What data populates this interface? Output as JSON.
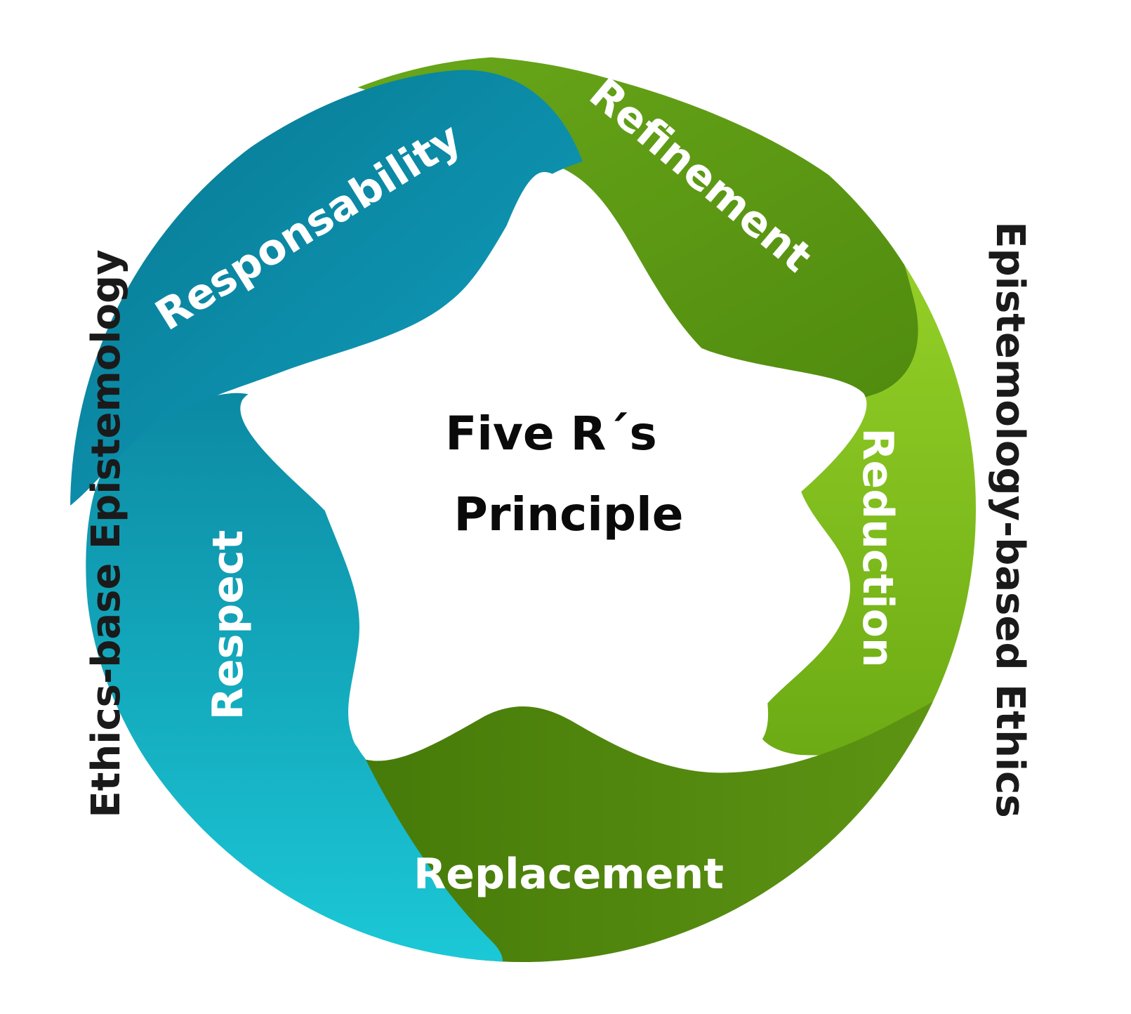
{
  "center": {
    "line1": "Five R´s",
    "line2": "Principle"
  },
  "segments": [
    {
      "label": "Responsability",
      "color_start": "#0a7f9a",
      "color_end": "#1ba7c2"
    },
    {
      "label": "Refinement",
      "color_start": "#5d9a12",
      "color_end": "#7fb822"
    },
    {
      "label": "Reduction",
      "color_start": "#6fb415",
      "color_end": "#9fd632"
    },
    {
      "label": "Replacement",
      "color_start": "#3d6e06",
      "color_end": "#5a8c12"
    },
    {
      "label": "Respect",
      "color_start": "#0b8fa4",
      "color_end": "#19c7d4"
    }
  ],
  "outer": {
    "left": "Ethics-base Epistemology",
    "right": "Epistemology-based Ethics"
  },
  "colors": {
    "blue_dark": "#08748f",
    "blue_light": "#1ec3d6",
    "green_dark": "#3f6f07",
    "green_light": "#a4dc2c",
    "text_dark": "#1a1a1a",
    "text_light": "#ffffff"
  }
}
